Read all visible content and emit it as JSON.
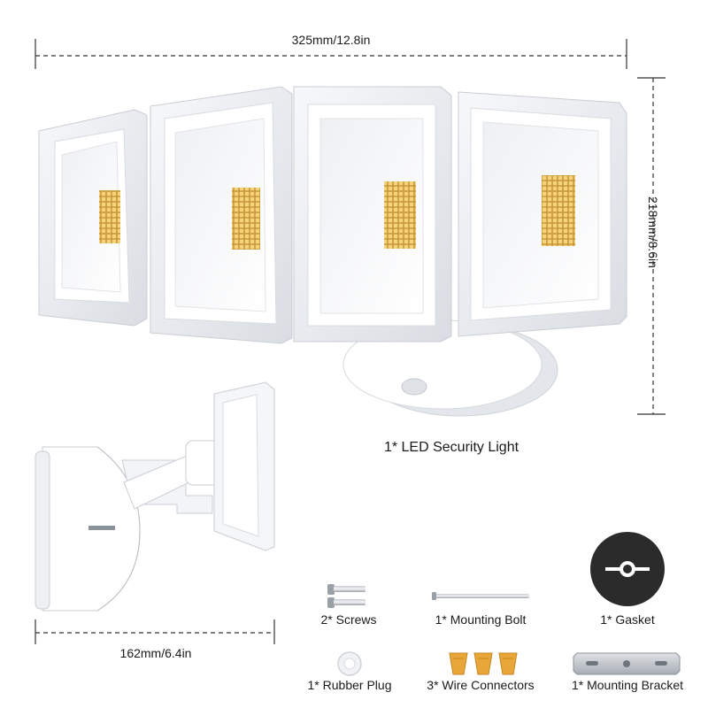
{
  "dimensions": {
    "width": "325mm/12.8in",
    "height": "218mm/8.6in",
    "depth": "162mm/6.4in"
  },
  "main_label": "1* LED Security Light",
  "accessories": [
    {
      "icon": "screws-icon",
      "label": "2* Screws"
    },
    {
      "icon": "mounting-bolt-icon",
      "label": "1* Mounting Bolt"
    },
    {
      "icon": "gasket-icon",
      "label": "1* Gasket"
    },
    {
      "icon": "rubber-plug-icon",
      "label": "1* Rubber Plug"
    },
    {
      "icon": "wire-connectors-icon",
      "label": "3*  Wire Connectors"
    },
    {
      "icon": "mounting-bracket-icon",
      "label": "1* Mounting Bracket"
    }
  ],
  "colors": {
    "housing": "#ffffff",
    "housing_shade": "#e6e8ec",
    "led": "#f2c766",
    "connector": "#e9a73a",
    "gasket": "#2b2b2b",
    "dimension_line": "#333333"
  }
}
